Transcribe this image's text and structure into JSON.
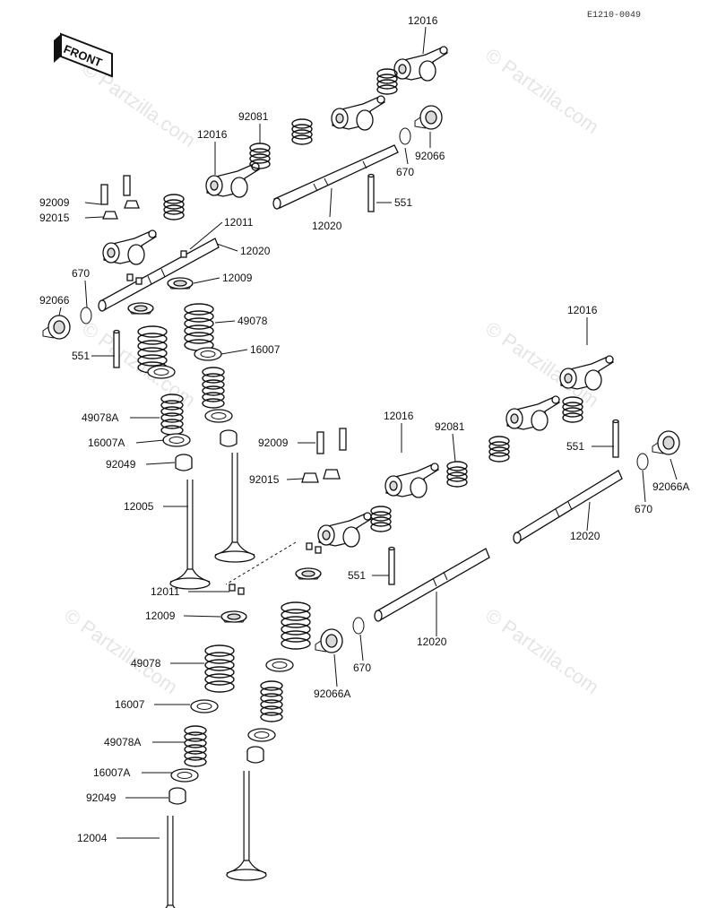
{
  "header": {
    "code": "E1210-0049"
  },
  "front_badge": {
    "text": "FRONT"
  },
  "watermark": {
    "text": "© Partzilla.com"
  },
  "labels": [
    {
      "id": "12016_a",
      "text": "12016"
    },
    {
      "id": "92081_a",
      "text": "92081"
    },
    {
      "id": "12016_b",
      "text": "12016"
    },
    {
      "id": "670_a",
      "text": "670"
    },
    {
      "id": "92066_a",
      "text": "92066"
    },
    {
      "id": "92009_a",
      "text": "92009"
    },
    {
      "id": "92015_a",
      "text": "92015"
    },
    {
      "id": "12011_a",
      "text": "12011"
    },
    {
      "id": "12020_a",
      "text": "12020"
    },
    {
      "id": "12020_b",
      "text": "12020"
    },
    {
      "id": "551_a",
      "text": "551"
    },
    {
      "id": "670_b",
      "text": "670"
    },
    {
      "id": "92066_b",
      "text": "92066"
    },
    {
      "id": "12009_a",
      "text": "12009"
    },
    {
      "id": "49078_a",
      "text": "49078"
    },
    {
      "id": "551_b",
      "text": "551"
    },
    {
      "id": "16007_a",
      "text": "16007"
    },
    {
      "id": "49078A_a",
      "text": "49078A"
    },
    {
      "id": "16007A_a",
      "text": "16007A"
    },
    {
      "id": "92049_a",
      "text": "92049"
    },
    {
      "id": "12005",
      "text": "12005"
    },
    {
      "id": "12016_c",
      "text": "12016"
    },
    {
      "id": "12016_d",
      "text": "12016"
    },
    {
      "id": "92081_b",
      "text": "92081"
    },
    {
      "id": "92009_b",
      "text": "92009"
    },
    {
      "id": "92015_b",
      "text": "92015"
    },
    {
      "id": "551_c",
      "text": "551"
    },
    {
      "id": "92066A_a",
      "text": "92066A"
    },
    {
      "id": "670_c",
      "text": "670"
    },
    {
      "id": "12020_c",
      "text": "12020"
    },
    {
      "id": "551_d",
      "text": "551"
    },
    {
      "id": "12011_b",
      "text": "12011"
    },
    {
      "id": "12009_b",
      "text": "12009"
    },
    {
      "id": "12020_d",
      "text": "12020"
    },
    {
      "id": "670_d",
      "text": "670"
    },
    {
      "id": "49078_b",
      "text": "49078"
    },
    {
      "id": "92066A_b",
      "text": "92066A"
    },
    {
      "id": "16007_b",
      "text": "16007"
    },
    {
      "id": "49078A_b",
      "text": "49078A"
    },
    {
      "id": "16007A_b",
      "text": "16007A"
    },
    {
      "id": "92049_b",
      "text": "92049"
    },
    {
      "id": "12004",
      "text": "12004"
    }
  ]
}
